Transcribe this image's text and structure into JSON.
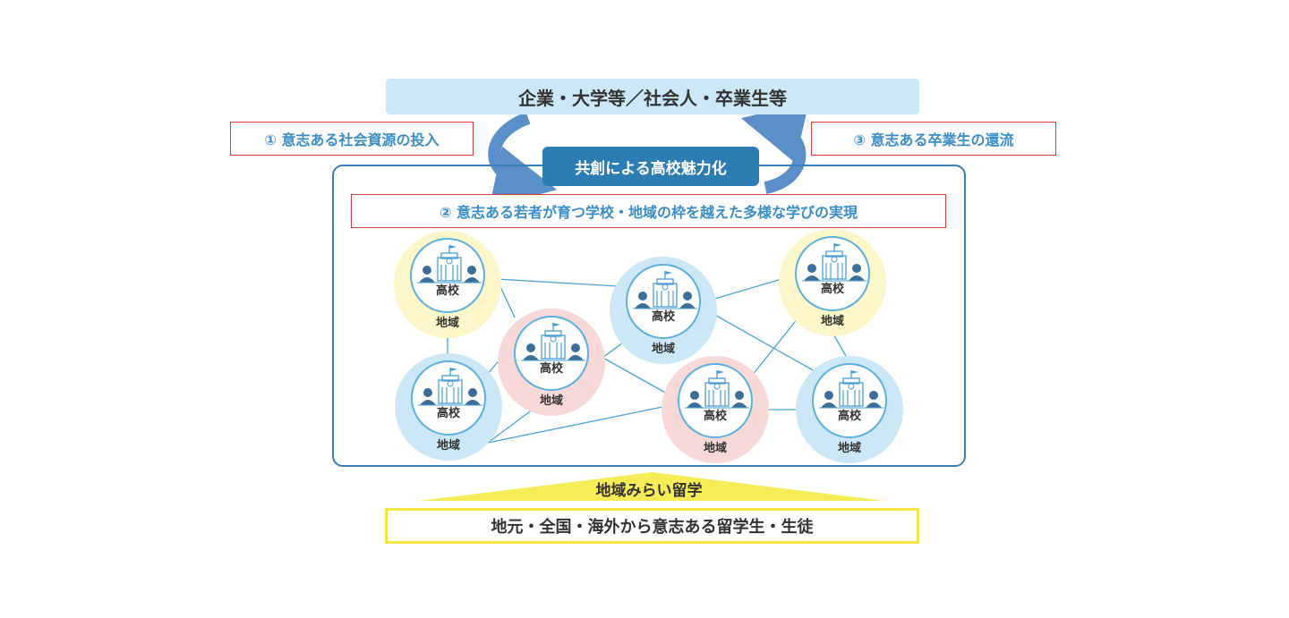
{
  "top": {
    "title": "企業・大学等／社会人・卒業生等"
  },
  "flows": {
    "left_label": "① 意志ある社会資源の投入",
    "right_label": "③ 意志ある卒業生の還流",
    "center_label": "共創による高校魅力化"
  },
  "network": {
    "label": "② 意志ある若者が育つ学校・地域の枠を越えた多様な学びの実現",
    "nodes": [
      {
        "school": "高校",
        "region": "地域",
        "color": "#fdf6c8"
      },
      {
        "school": "高校",
        "region": "地域",
        "color": "#cce8f7"
      },
      {
        "school": "高校",
        "region": "地域",
        "color": "#f9d8d8"
      },
      {
        "school": "高校",
        "region": "地域",
        "color": "#cce8f7"
      },
      {
        "school": "高校",
        "region": "地域",
        "color": "#f9d8d8"
      },
      {
        "school": "高校",
        "region": "地域",
        "color": "#fdf6c8"
      },
      {
        "school": "高校",
        "region": "地域",
        "color": "#cce8f7"
      }
    ]
  },
  "bottom": {
    "triangle_label": "地域みらい留学",
    "source_label": "地元・全国・海外から意志ある留学生・生徒"
  },
  "colors": {
    "accent": "#2b7db4",
    "frame": "#3a7fb5",
    "red": "#d93a3a",
    "yellow": "#f2e64a"
  }
}
